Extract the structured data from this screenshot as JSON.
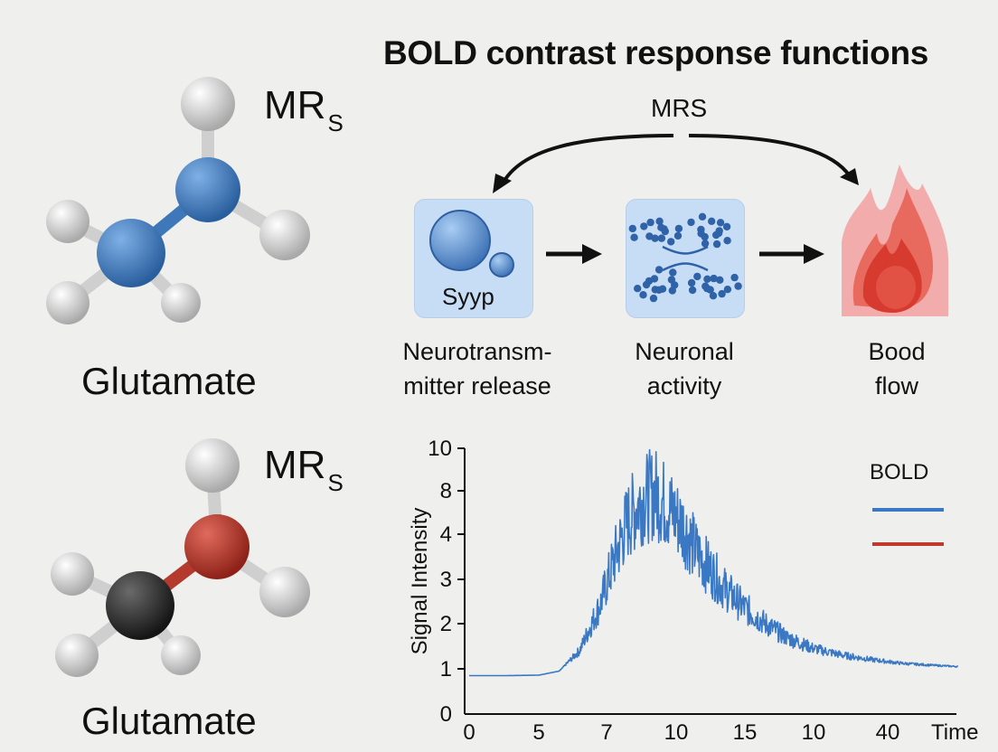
{
  "title": "BOLD contrast response functions",
  "molecules": [
    {
      "mrs_main": "MR",
      "mrs_sub": "S",
      "name": "Glutamate",
      "center_color": "#3e78b8",
      "side_color": "#3e78b8"
    },
    {
      "mrs_main": "MR",
      "mrs_sub": "S",
      "name": "Glutamate",
      "center_color": "#b33a2c",
      "side_color": "#2b2b2b"
    }
  ],
  "pathway": {
    "loop_label": "MRS",
    "steps": [
      {
        "box_label": "Syyp",
        "caption_lines": [
          "Neurotransm-",
          "mitter release"
        ],
        "icon": "vesicle-icon"
      },
      {
        "box_label": "",
        "caption_lines": [
          "Neuronal",
          "activity"
        ],
        "icon": "synapse-icon"
      },
      {
        "box_label": "",
        "caption_lines": [
          "Bood",
          "flow"
        ],
        "icon": "flame-icon"
      }
    ]
  },
  "chart_data": {
    "type": "line",
    "title": "",
    "xlabel": "Time",
    "ylabel": "Signal Intensity",
    "x_tick_labels": [
      "0",
      "5",
      "7",
      "10",
      "15",
      "10",
      "40"
    ],
    "y_tick_labels": [
      "0",
      "1",
      "2",
      "3",
      "4",
      "8",
      "10"
    ],
    "ylim": [
      0,
      10
    ],
    "legend": {
      "title": "BOLD",
      "placement": "top-right",
      "colors": [
        "#3b78c3",
        "#c0392b"
      ]
    },
    "series": [
      {
        "color": "#3b78c3",
        "x_index": [
          0,
          0.5,
          1,
          1.3,
          1.6,
          1.9,
          2.1,
          2.3,
          2.5,
          2.7,
          2.9,
          3.1,
          3.3,
          3.5,
          3.7,
          4.0,
          4.3,
          4.6,
          5.0,
          5.4,
          5.8,
          6.2,
          6.6,
          6.95
        ],
        "values": [
          0.85,
          0.85,
          0.86,
          0.95,
          1.4,
          2.4,
          3.4,
          4.3,
          4.8,
          4.95,
          4.6,
          4.2,
          3.6,
          3.2,
          2.8,
          2.35,
          2.0,
          1.7,
          1.45,
          1.3,
          1.2,
          1.12,
          1.08,
          1.05
        ]
      }
    ]
  }
}
